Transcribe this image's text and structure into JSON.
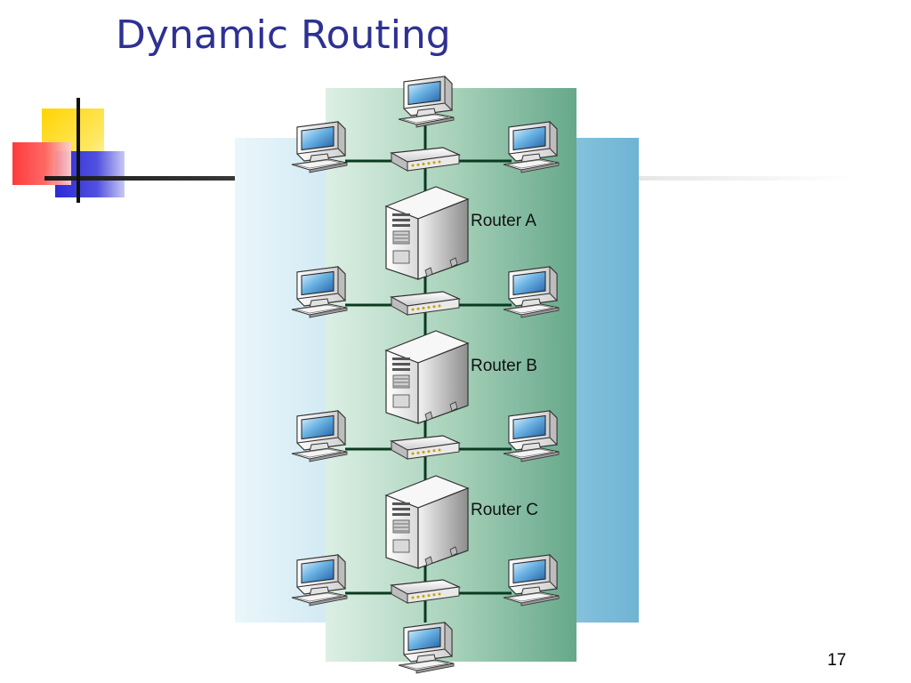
{
  "slide": {
    "title": "Dynamic Routing",
    "page_number": "17"
  },
  "diagram": {
    "routers": [
      {
        "label": "Router A"
      },
      {
        "label": "Router B"
      },
      {
        "label": "Router C"
      }
    ],
    "colors": {
      "title": "#2e3192",
      "panel_light": "#dff1f8",
      "panel_right": "#79b9d8",
      "panel_green_start": "#d3ebe0",
      "panel_green_end": "#6aaa8e",
      "link": "#0a3a20"
    },
    "icons": [
      "computer-icon",
      "hub-icon",
      "router-icon"
    ]
  }
}
